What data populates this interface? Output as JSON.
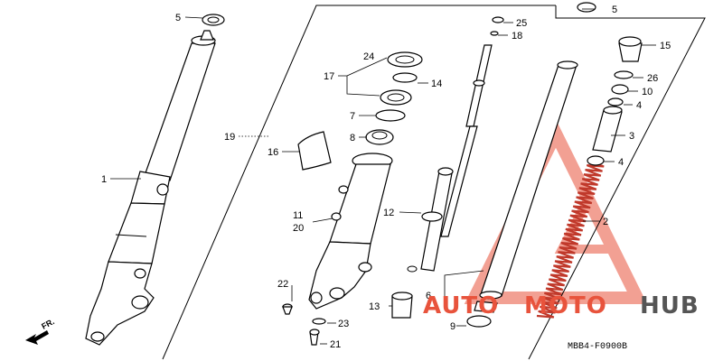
{
  "diagram": {
    "drawing_code": "MBB4-F0900B",
    "direction_label": "FR.",
    "watermark": {
      "part1": "AUTO",
      "part2": "MOTO",
      "part3": "HUB",
      "accent": "#e8533c",
      "dark": "#555555"
    },
    "labels": [
      {
        "id": "p1",
        "text": "1"
      },
      {
        "id": "p2",
        "text": "2"
      },
      {
        "id": "p3",
        "text": "3"
      },
      {
        "id": "p4a",
        "text": "4"
      },
      {
        "id": "p4b",
        "text": "4"
      },
      {
        "id": "p5a",
        "text": "5"
      },
      {
        "id": "p5b",
        "text": "5"
      },
      {
        "id": "p6",
        "text": "6"
      },
      {
        "id": "p7",
        "text": "7"
      },
      {
        "id": "p8",
        "text": "8"
      },
      {
        "id": "p9",
        "text": "9"
      },
      {
        "id": "p10",
        "text": "10"
      },
      {
        "id": "p11",
        "text": "11"
      },
      {
        "id": "p12",
        "text": "12"
      },
      {
        "id": "p13",
        "text": "13"
      },
      {
        "id": "p14",
        "text": "14"
      },
      {
        "id": "p15",
        "text": "15"
      },
      {
        "id": "p16",
        "text": "16"
      },
      {
        "id": "p17",
        "text": "17"
      },
      {
        "id": "p18",
        "text": "18"
      },
      {
        "id": "p19",
        "text": "19"
      },
      {
        "id": "p20",
        "text": "20"
      },
      {
        "id": "p21",
        "text": "21"
      },
      {
        "id": "p22",
        "text": "22"
      },
      {
        "id": "p23",
        "text": "23"
      },
      {
        "id": "p24",
        "text": "24"
      },
      {
        "id": "p25",
        "text": "25"
      },
      {
        "id": "p26",
        "text": "26"
      }
    ]
  }
}
